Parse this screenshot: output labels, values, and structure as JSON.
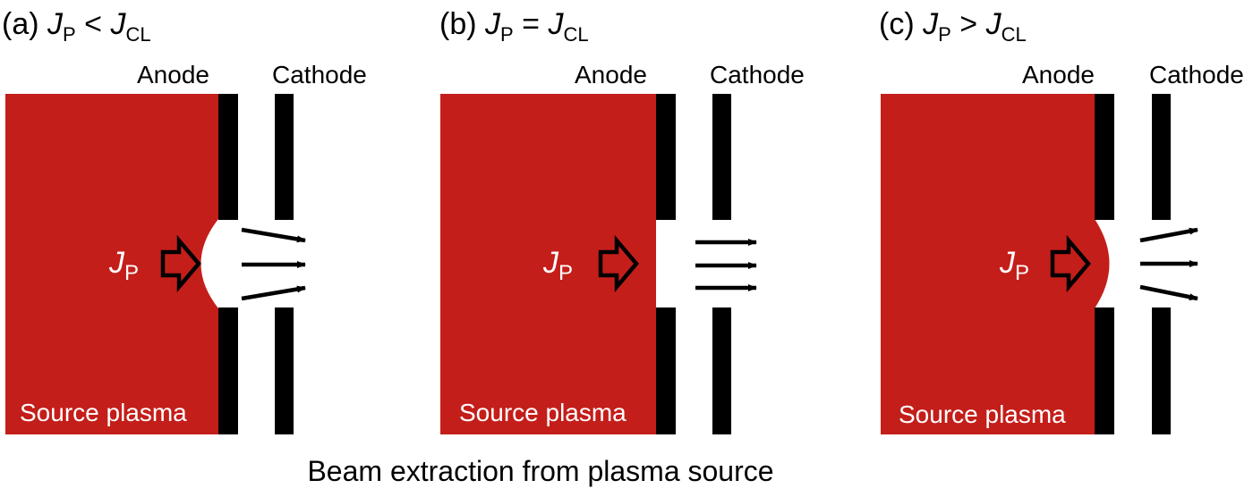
{
  "caption": "Beam extraction from plasma source",
  "electrodes": {
    "anode": "Anode",
    "cathode": "Cathode"
  },
  "plasma_label": "Source plasma",
  "current_symbol": {
    "main": "J",
    "sub": "P"
  },
  "colors": {
    "plasma": "#c41e1a",
    "electrode": "#000000",
    "label_on_plasma": "#ffffff"
  },
  "panels": [
    {
      "id": "a",
      "letter": "(a)",
      "relation": "<",
      "rhs": {
        "main": "J",
        "sub": "CL"
      },
      "meniscus": "concave",
      "beam": "converging"
    },
    {
      "id": "b",
      "letter": "(b)",
      "relation": "=",
      "rhs": {
        "main": "J",
        "sub": "CL"
      },
      "meniscus": "flat",
      "beam": "parallel"
    },
    {
      "id": "c",
      "letter": "(c)",
      "relation": ">",
      "rhs": {
        "main": "J",
        "sub": "CL"
      },
      "meniscus": "convex",
      "beam": "diverging"
    }
  ]
}
